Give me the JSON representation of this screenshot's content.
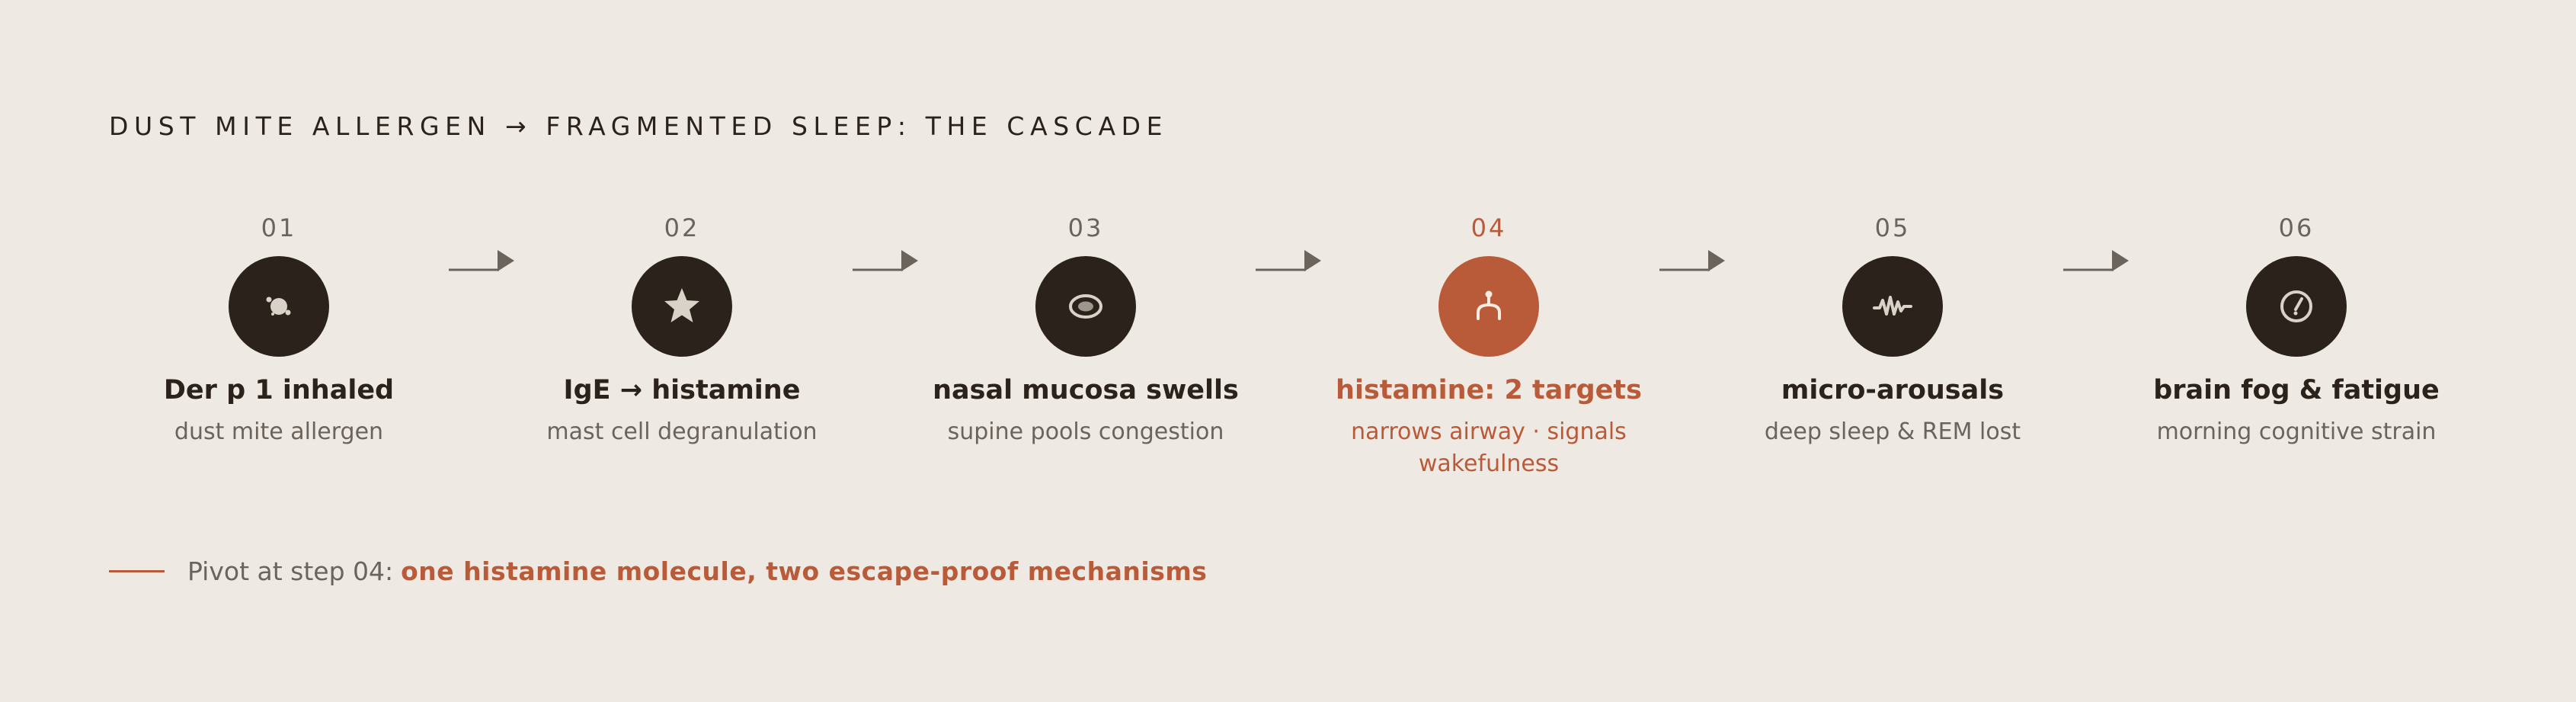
{
  "title": "DUST MITE ALLERGEN → FRAGMENTED SLEEP: THE CASCADE",
  "steps": [
    {
      "num": "01",
      "title": "Der p 1 inhaled",
      "sub": "dust mite allergen",
      "icon": "particle-icon"
    },
    {
      "num": "02",
      "title": "IgE → histamine",
      "sub": "mast cell degranulation",
      "icon": "star-icon"
    },
    {
      "num": "03",
      "title": "nasal mucosa swells",
      "sub": "supine pools congestion",
      "icon": "swelling-icon"
    },
    {
      "num": "04",
      "title": "histamine: 2 targets",
      "sub": "narrows airway · signals wakefulness",
      "icon": "branch-icon"
    },
    {
      "num": "05",
      "title": "micro-arousals",
      "sub": "deep sleep & REM lost",
      "icon": "wave-icon"
    },
    {
      "num": "06",
      "title": "brain fog & fatigue",
      "sub": "morning cognitive strain",
      "icon": "gauge-icon"
    }
  ],
  "pivot": {
    "label": "Pivot at step 04:",
    "emphasis": "one histamine molecule, two escape-proof mechanisms"
  },
  "colors": {
    "background": "#eeeae3",
    "dark": "#2b231b",
    "accent": "#b95a39",
    "muted": "#6b645d",
    "icon_light": "#d8d2c8"
  }
}
